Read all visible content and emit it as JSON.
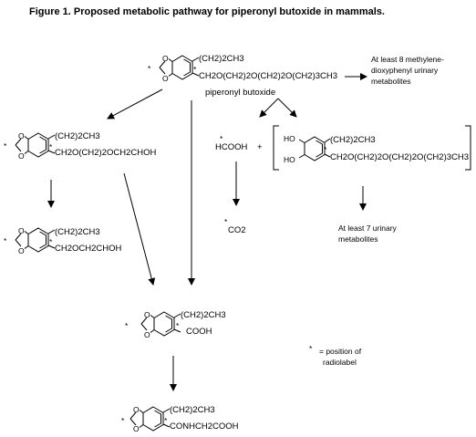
{
  "title": "Figure 1. Proposed metabolic pathway for piperonyl butoxide in mammals.",
  "asterisk": "*",
  "top_compound": {
    "name": "piperonyl butoxide",
    "chain_top": "(CH2)2CH3",
    "chain_bottom": "CH2O(CH2)2O(CH2)2O(CH2)3CH3"
  },
  "top_right_products": {
    "lines": [
      "At least 8 methylene-",
      "dioxyphenyl urinary",
      "metabolites"
    ]
  },
  "left_compound_1": {
    "chain_top": "(CH2)2CH3",
    "chain_bottom": "CH2O(CH2)2OCH2CHOH"
  },
  "left_compound_2": {
    "chain_top": "(CH2)2CH3",
    "chain_bottom": "CH2OCH2CHOH"
  },
  "formic_acid": {
    "label": "HCOOH"
  },
  "plus_sign": "+",
  "co2": {
    "label": "CO2"
  },
  "catechol_compound": {
    "ho_top": "HO",
    "ho_bottom": "HO",
    "chain_top": "(CH2)2CH3",
    "chain_bottom": "CH2O(CH2)2O(CH2)2O(CH2)3CH3"
  },
  "right_products": {
    "lines": [
      "At least 7 urinary",
      "metabolites"
    ]
  },
  "acid_compound": {
    "chain_top": "(CH2)2CH3",
    "chain_bottom": "COOH"
  },
  "glycine_conjugate": {
    "chain_top": "(CH2)2CH3",
    "chain_bottom": "CONHCH2COOH"
  },
  "legend": {
    "symbol": "*",
    "line1": "= position of",
    "line2": "radiolabel"
  }
}
